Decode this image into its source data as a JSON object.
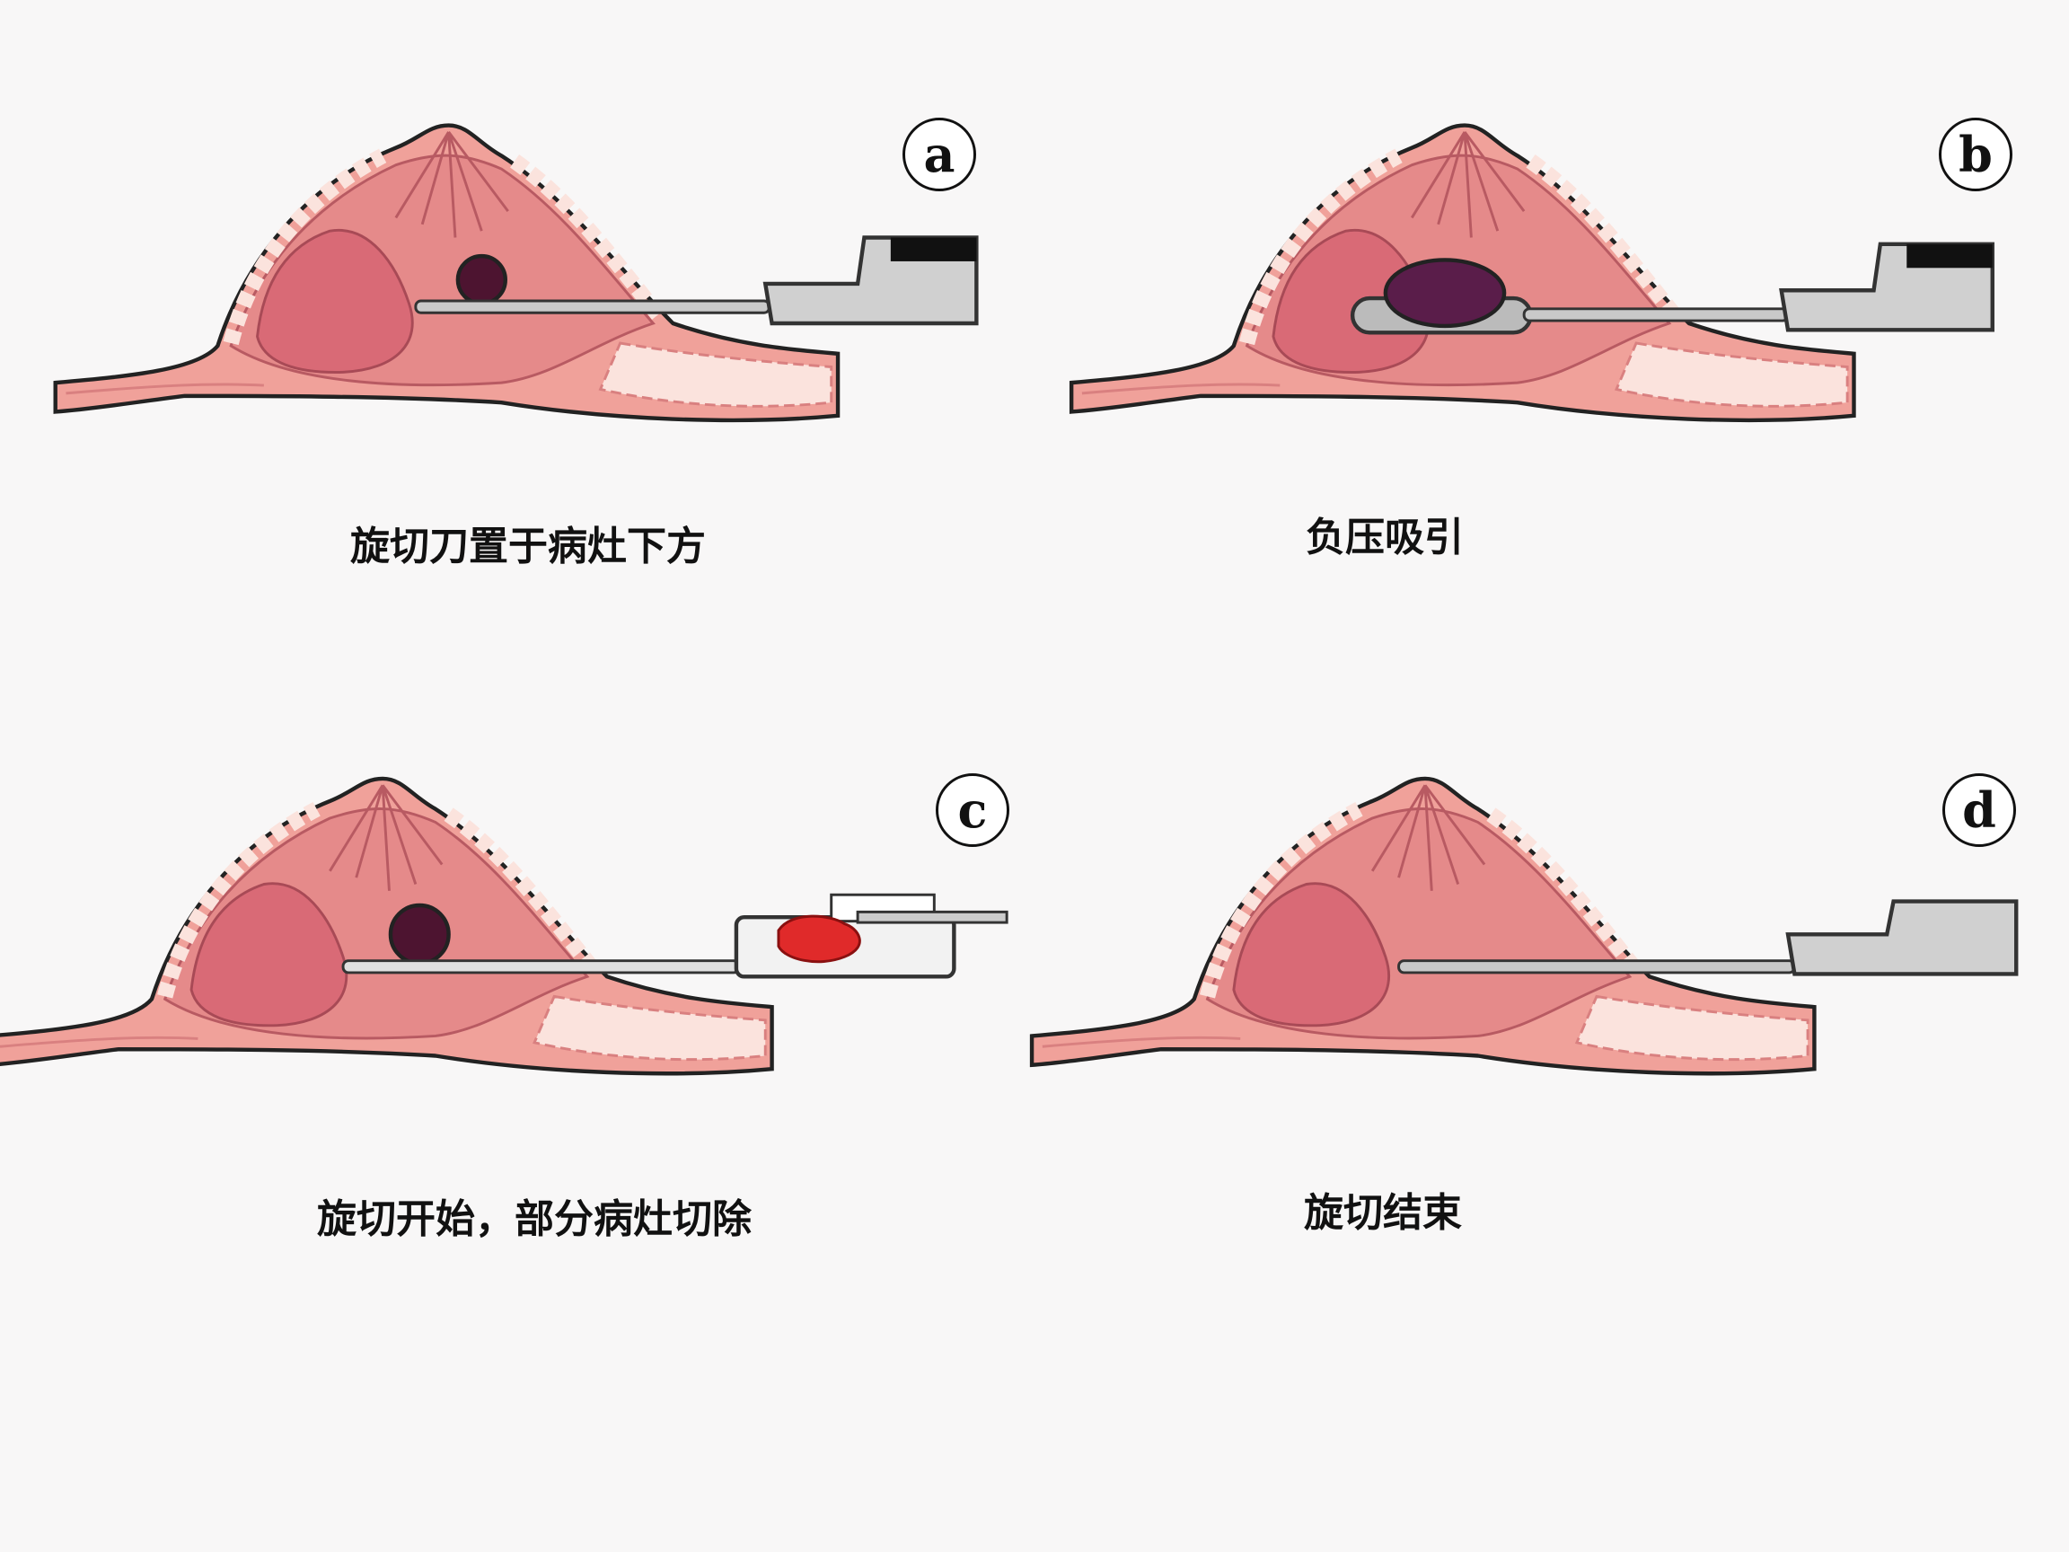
{
  "panels": [
    {
      "label": "a",
      "caption": "旋切刀置于病灶下方"
    },
    {
      "label": "b",
      "caption": "负压吸引"
    },
    {
      "label": "c",
      "caption": "旋切开始，部分病灶切除"
    },
    {
      "label": "d",
      "caption": "旋切结束"
    }
  ],
  "colors": {
    "skin": "#e8958f",
    "tissue": "#f2a7a0",
    "gland": "#d9707a",
    "fat": "#fbe3dd",
    "lesion": "#4d1430",
    "lesion_suctioned": "#5a1d4a",
    "excised_tissue": "#e02a2a",
    "instrument": "#c9c9c9"
  }
}
